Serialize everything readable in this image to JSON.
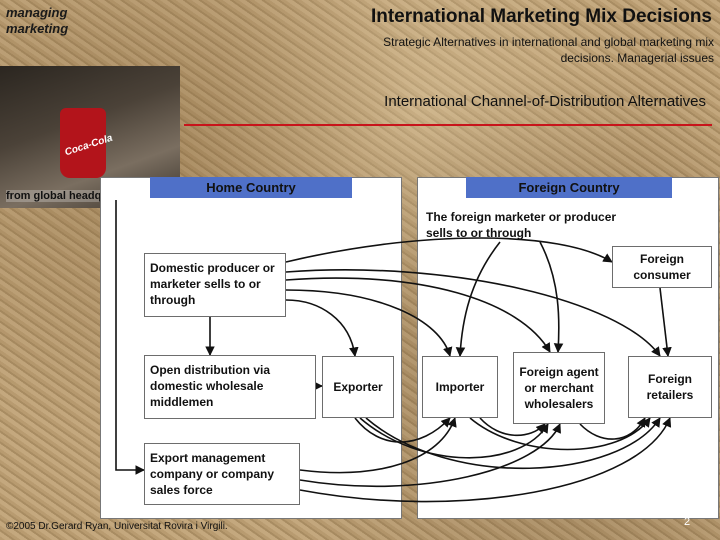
{
  "brand": "managing marketing",
  "title": "International Marketing Mix Decisions",
  "subtitle": "Strategic Alternatives in international and global marketing mix decisions. Managerial issues",
  "section_title": "International Channel-of-Distribution Alternatives",
  "photo": {
    "bottle_text": "Coca-Cola",
    "hq_label": "from global headquarters"
  },
  "diagram": {
    "home_header": "Home Country",
    "foreign_header": "Foreign Country",
    "foreign_intro": "The foreign marketer or producer sells to or through",
    "nodes": {
      "domestic": "Domestic producer or marketer sells to or through",
      "open": "Open distribution via domestic wholesale middlemen",
      "emc": "Export management company or company sales force",
      "exporter": "Exporter",
      "importer": "Importer",
      "agent": "Foreign agent or merchant wholesalers",
      "retailers": "Foreign retailers",
      "consumer": "Foreign consumer"
    }
  },
  "footer": "©2005 Dr.Gerard Ryan, Universitat Rovira i Virgili.",
  "page_number": "2",
  "colors": {
    "header_fill": "#4f70c8",
    "rule": "#c8141b",
    "arrow": "#111111"
  }
}
